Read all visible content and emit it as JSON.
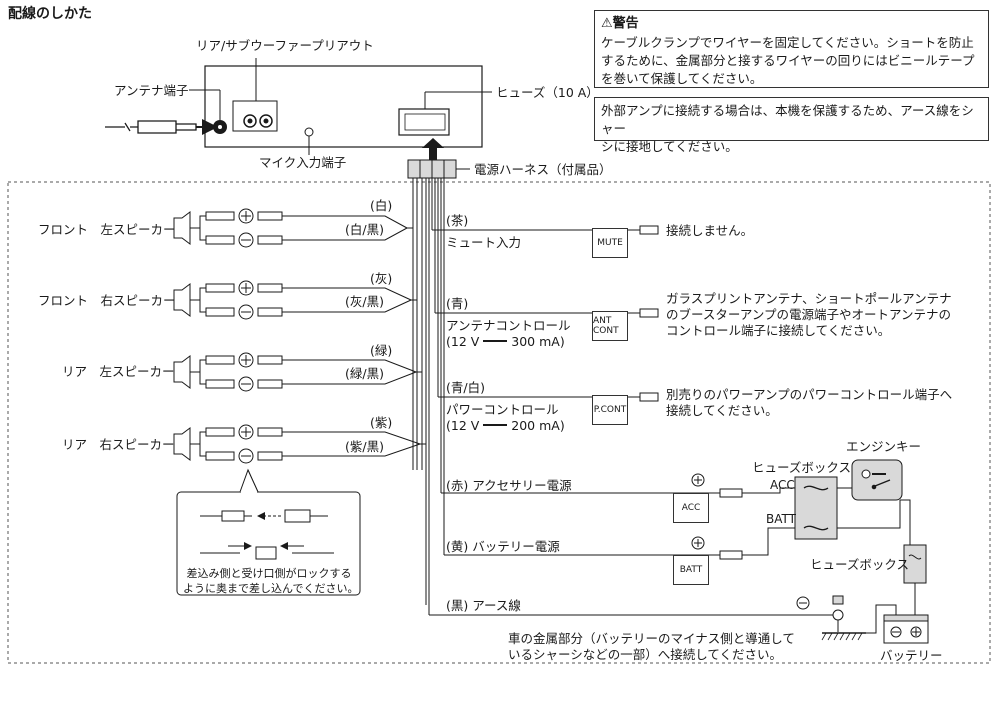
{
  "page_title": "配線のしかた",
  "labels": {
    "rear_sub_out": "リア/サブウーファープリアウト",
    "antenna_terminal": "アンテナ端子",
    "fuse": "ヒューズ（10 A）",
    "mic_input": "マイク入力端子",
    "power_harness": "電源ハーネス（付属品）"
  },
  "warning": {
    "heading": "警告",
    "lines": [
      "ケーブルクランプでワイヤーを固定してください。ショートを防止",
      "するために、金属部分と接するワイヤーの回りにはビニールテープ",
      "を巻いて保護してください。"
    ]
  },
  "amp_note": {
    "lines": [
      "外部アンプに接続する場合は、本機を保護するため、アース線をシャー",
      "シに接地してください。"
    ]
  },
  "speakers": [
    {
      "name": "フロント　左スピーカー",
      "wire_plus": "(白)",
      "wire_minus": "(白/黒)"
    },
    {
      "name": "フロント　右スピーカー",
      "wire_plus": "(灰)",
      "wire_minus": "(灰/黒)"
    },
    {
      "name": "リア　左スピーカー",
      "wire_plus": "(緑)",
      "wire_minus": "(緑/黒)"
    },
    {
      "name": "リア　右スピーカー",
      "wire_plus": "(紫)",
      "wire_minus": "(紫/黒)"
    }
  ],
  "connector_note": {
    "lines": [
      "差込み側と受け口側がロックする",
      "ように奥まで差し込んでください。"
    ]
  },
  "wires": [
    {
      "color": "(茶)",
      "name": "ミュート入力",
      "tag": "MUTE",
      "desc": [
        "接続しません。"
      ]
    },
    {
      "color": "(青)",
      "name": "アンテナコントロール",
      "spec": "(12 V",
      "spec_val": "300 mA)",
      "tag": "ANT CONT",
      "desc": [
        "ガラスプリントアンテナ、ショートポールアンテナ",
        "のブースターアンプの電源端子やオートアンテナの",
        "コントロール端子に接続してください。"
      ]
    },
    {
      "color": "(青/白)",
      "name": "パワーコントロール",
      "spec": "(12 V",
      "spec_val": "200 mA)",
      "tag": "P.CONT",
      "desc": [
        "別売りのパワーアンプのパワーコントロール端子へ",
        "接続してください。"
      ]
    },
    {
      "color": "(赤)",
      "name": "アクセサリー電源",
      "tag": "ACC"
    },
    {
      "color": "(黄)",
      "name": "バッテリー電源",
      "tag": "BATT"
    },
    {
      "color": "(黒)",
      "name": "アース線"
    }
  ],
  "power_section": {
    "fuse_box": "ヒューズボックス",
    "fuse_box_2": "ヒューズボックス",
    "engine_key": "エンジンキー",
    "acc": "ACC",
    "batt": "BATT",
    "battery": "バッテリー",
    "ground_note": [
      "車の金属部分（バッテリーのマイナス側と導通して",
      "いるシャーシなどの一部）へ接続してください。"
    ]
  },
  "colors": {
    "line": "#1a1a1a",
    "fill_gray": "#d9d9d9"
  }
}
